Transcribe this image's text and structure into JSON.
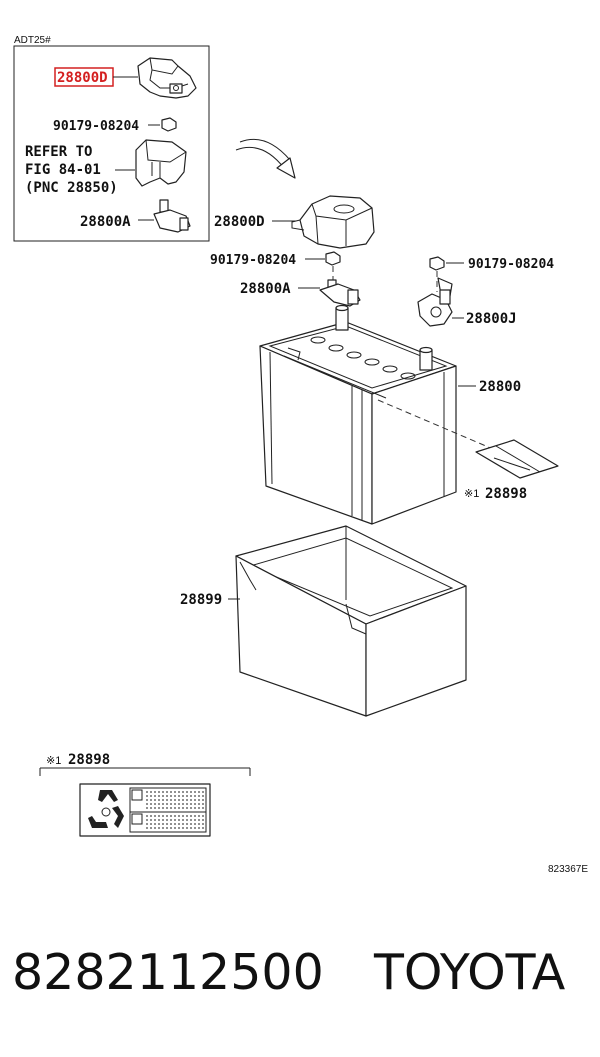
{
  "diagram": {
    "header_code": "ADT25#",
    "ref_code": "823367E",
    "inset": {
      "highlight_label": "28800D",
      "nut_label": "90179-08204",
      "refer_line1": "REFER TO",
      "refer_line2": "FIG 84-01",
      "refer_line3": "(PNC 28850)",
      "terminal_label": "28800A"
    },
    "main": {
      "cover_label": "28800D",
      "nut_left_label": "90179-08204",
      "nut_right_label": "90179-08204",
      "terminal_pos_label": "28800A",
      "terminal_neg_label": "28800J",
      "battery_label": "28800",
      "label_tag_label": "28898",
      "tray_label": "28899"
    },
    "label_note": {
      "mark": "※1",
      "label": "28898"
    },
    "callout_mark": "※1"
  },
  "footer": {
    "part_number": "8282112500",
    "brand": "TOYOTA"
  },
  "colors": {
    "highlight": "#d42020",
    "line": "#222222"
  }
}
